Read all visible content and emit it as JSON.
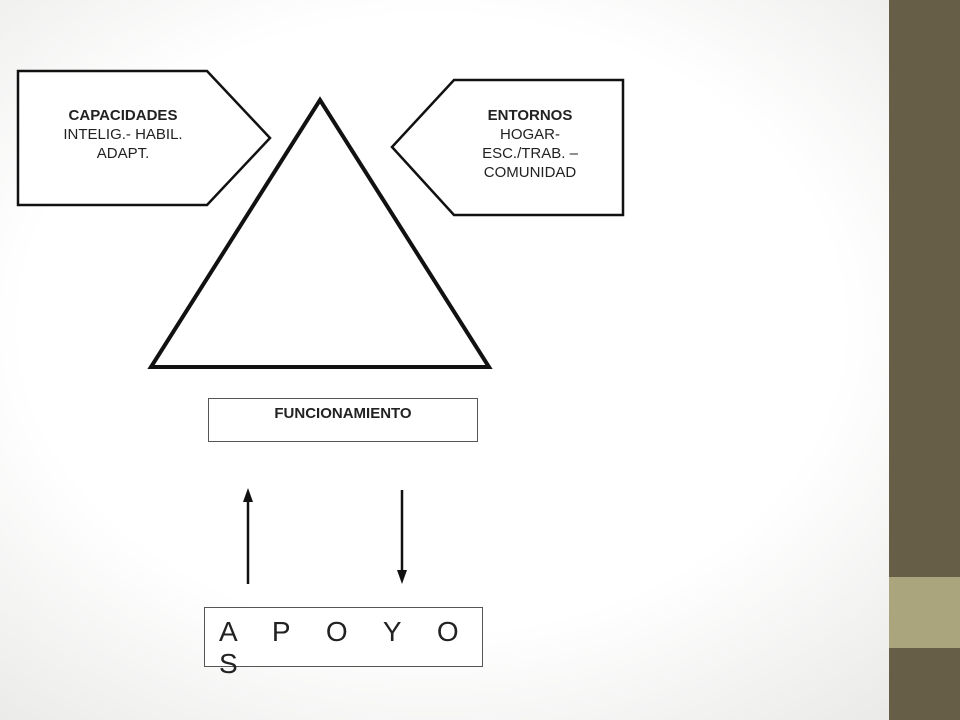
{
  "colors": {
    "side_band_top": "#665e47",
    "side_band_mid": "#aaa57c",
    "side_band_bottom": "#665e47",
    "shape_stroke": "#111111"
  },
  "capacidades": {
    "title": "CAPACIDADES",
    "line1": "INTELIG.- HABIL.",
    "line2": "ADAPT."
  },
  "entornos": {
    "title": "ENTORNOS",
    "line1": "HOGAR-",
    "line2": "ESC./TRAB. –",
    "line3": "COMUNIDAD"
  },
  "funcionamiento": {
    "label": "FUNCIONAMIENTO"
  },
  "apoyos": {
    "label": "A P O Y O S"
  }
}
